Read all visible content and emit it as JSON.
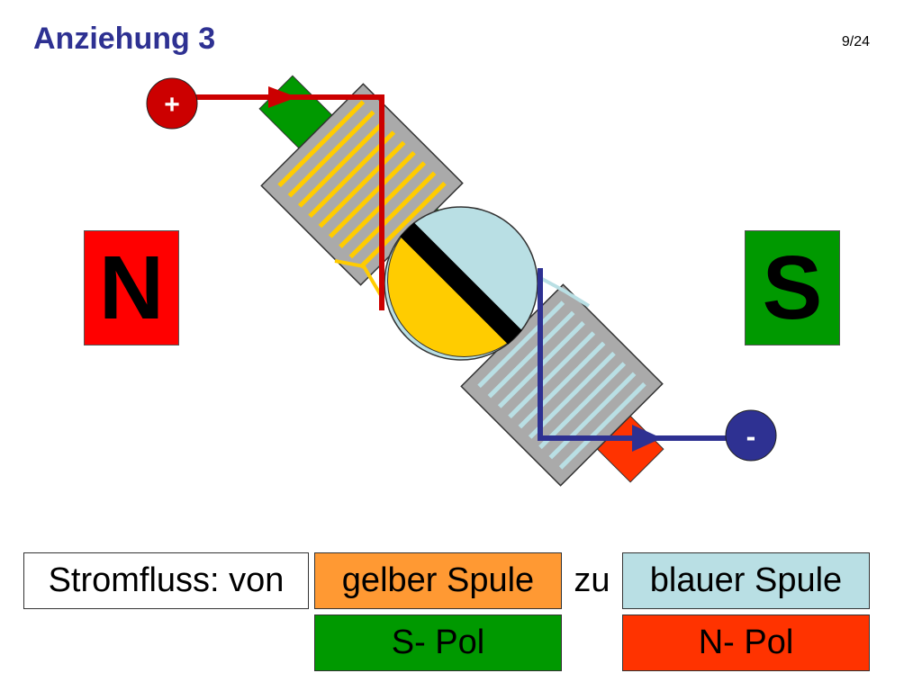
{
  "slide": {
    "title": "Anziehung 3",
    "page": "9/24"
  },
  "magnets": {
    "left_pole": "N",
    "right_pole": "S"
  },
  "terminals": {
    "positive": "+",
    "negative": "-"
  },
  "colors": {
    "title": "#2e3192",
    "north": "#ff0000",
    "south": "#009900",
    "yellow_coil": "#ffcc00",
    "blue_coil": "#b9dfe4",
    "wire_positive": "#cc0000",
    "wire_negative": "#2e3192",
    "coil_core": "#aaaaaa",
    "label_orange": "#ff9933",
    "label_red": "#ff3300"
  },
  "caption": {
    "prefix": "Stromfluss: von",
    "from": "gelber Spule",
    "connector": "zu",
    "to": "blauer Spule",
    "from_pole": "S- Pol",
    "to_pole": "N- Pol"
  }
}
